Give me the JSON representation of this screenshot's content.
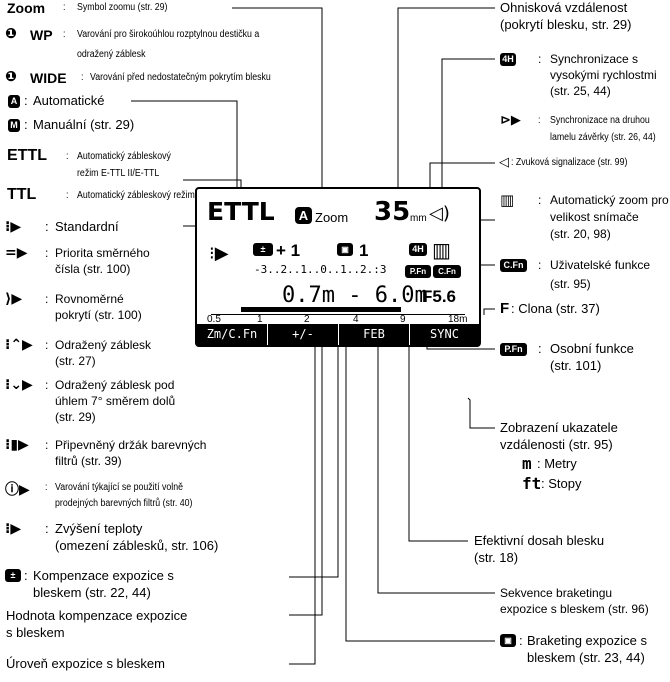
{
  "left_items": [
    {
      "symbol": "Zoom",
      "sep": ":",
      "text": "Symbol zoomu (str. 29)"
    },
    {
      "symbol": "WP",
      "sep": ":",
      "text": "Varování pro širokoúhlou rozptylnou destičku a",
      "text2": "odražený záblesk"
    },
    {
      "symbol": "WIDE",
      "sep": ":",
      "text": "Varování před nedostatečným pokrytím blesku"
    },
    {
      "symbol": "A",
      "sep": ":",
      "text": "Automatické"
    },
    {
      "symbol": "M",
      "sep": ":",
      "text": "Manuální (str. 29)"
    },
    {
      "symbol": "ETTL",
      "sep": ":",
      "text": "Automatický zábleskový",
      "text2": "režim E-TTL II/E-TTL"
    },
    {
      "symbol": "TTL",
      "sep": ":",
      "text": "Automatický zábleskový režim TTL"
    },
    {
      "symbol": "standard-icon",
      "sep": ":",
      "text": "Standardní"
    },
    {
      "symbol": "gn-priority-icon",
      "sep": ":",
      "text": "Priorita směrného",
      "text2": "čísla (str. 100)"
    },
    {
      "symbol": "even-coverage-icon",
      "sep": ":",
      "text": "Rovnoměrné",
      "text2": "pokrytí (str. 100)"
    },
    {
      "symbol": "bounce-icon",
      "sep": ":",
      "text": "Odražený záblesk",
      "text2": "(str. 27)"
    },
    {
      "symbol": "bounce-down-icon",
      "sep": ":",
      "text": "Odražený záblesk pod",
      "text2": "úhlem 7° směrem dolů",
      "text3": "(str. 29)"
    },
    {
      "symbol": "filter-holder-icon",
      "sep": ":",
      "text": "Připevněný držák barevných",
      "text2": "filtrů (str. 39)"
    },
    {
      "symbol": "filter-warning-icon",
      "sep": ":",
      "text": "Varování týkající se použití volně",
      "text2": "prodejných barevných filtrů (str. 40)"
    },
    {
      "symbol": "temperature-icon",
      "sep": ":",
      "text": "Zvýšení teploty",
      "text2": "(omezení záblesků, str. 106)"
    },
    {
      "symbol": "flash-comp-icon",
      "sep": ":",
      "text": "Kompenzace expozice s",
      "text2": "bleskem (str. 22, 44)"
    }
  ],
  "bottom_left": [
    {
      "text": "Hodnota kompenzace expozice",
      "text2": "s bleskem"
    },
    {
      "text": "Úroveň expozice s bleskem"
    }
  ],
  "right_items": {
    "focal": {
      "text": "Ohnisková vzdálenost",
      "text2": "(pokrytí blesku, str. 29)"
    },
    "hss": {
      "sep": ":",
      "text": "Synchronizace s",
      "text2": "vysokými rychlostmi",
      "text3": "(str. 25, 44)"
    },
    "second_curtain": {
      "sep": ":",
      "text": "Synchronizace na druhou",
      "text2": "lamelu závěrky (str. 26, 44)"
    },
    "beep": {
      "text": ": Zvuková signalizace (str. 99)"
    },
    "auto_zoom": {
      "sep": ":",
      "text": "Automatický zoom pro",
      "text2": "velikost snímače",
      "text3": "(str. 20, 98)"
    },
    "cfn": {
      "badge": "C.Fn",
      "sep": ":",
      "text": "Uživatelské funkce",
      "text2": "(str. 95)"
    },
    "aperture": {
      "symbol": "F",
      "text": ": Clona (str. 37)"
    },
    "pfn": {
      "badge": "P.Fn",
      "sep": ":",
      "text": "Osobní funkce",
      "text2": "(str. 101)"
    },
    "distance": {
      "text": "Zobrazení ukazatele",
      "text2": "vzdálenosti (str. 95)"
    },
    "meters": {
      "symbol": "m",
      "text": ": Metry"
    },
    "feet": {
      "symbol": "ft",
      "text": ": Stopy"
    },
    "range": {
      "text": "Efektivní dosah blesku",
      "text2": "(str. 18)"
    },
    "fec_seq": {
      "text": "Sekvence braketingu",
      "text2": "expozice s bleskem (str. 96)"
    },
    "feb": {
      "sep": ":",
      "text": "Braketing expozice s",
      "text2": "bleskem (str. 23, 44)"
    }
  },
  "lcd": {
    "mode": "ETTL",
    "auto_badge": "A",
    "zoom_label": "Zoom",
    "focal_value": "35",
    "focal_unit": "mm",
    "fec_value": "+ 1",
    "feb_value": "1",
    "scale": "-3..2..1..0..1..2.:3",
    "range_text": "0.7m - 6.0m",
    "aperture": "F5.6",
    "distances": [
      "0.5",
      "1",
      "2",
      "4",
      "9",
      "18m"
    ],
    "softkeys": [
      "Zm/C.Fn",
      "+/-",
      "FEB",
      "SYNC"
    ],
    "hss_badge": "4H",
    "pfn_badge": "P.Fn",
    "cfn_badge": "C.Fn"
  },
  "colors": {
    "text": "#000000",
    "background": "#ffffff"
  }
}
